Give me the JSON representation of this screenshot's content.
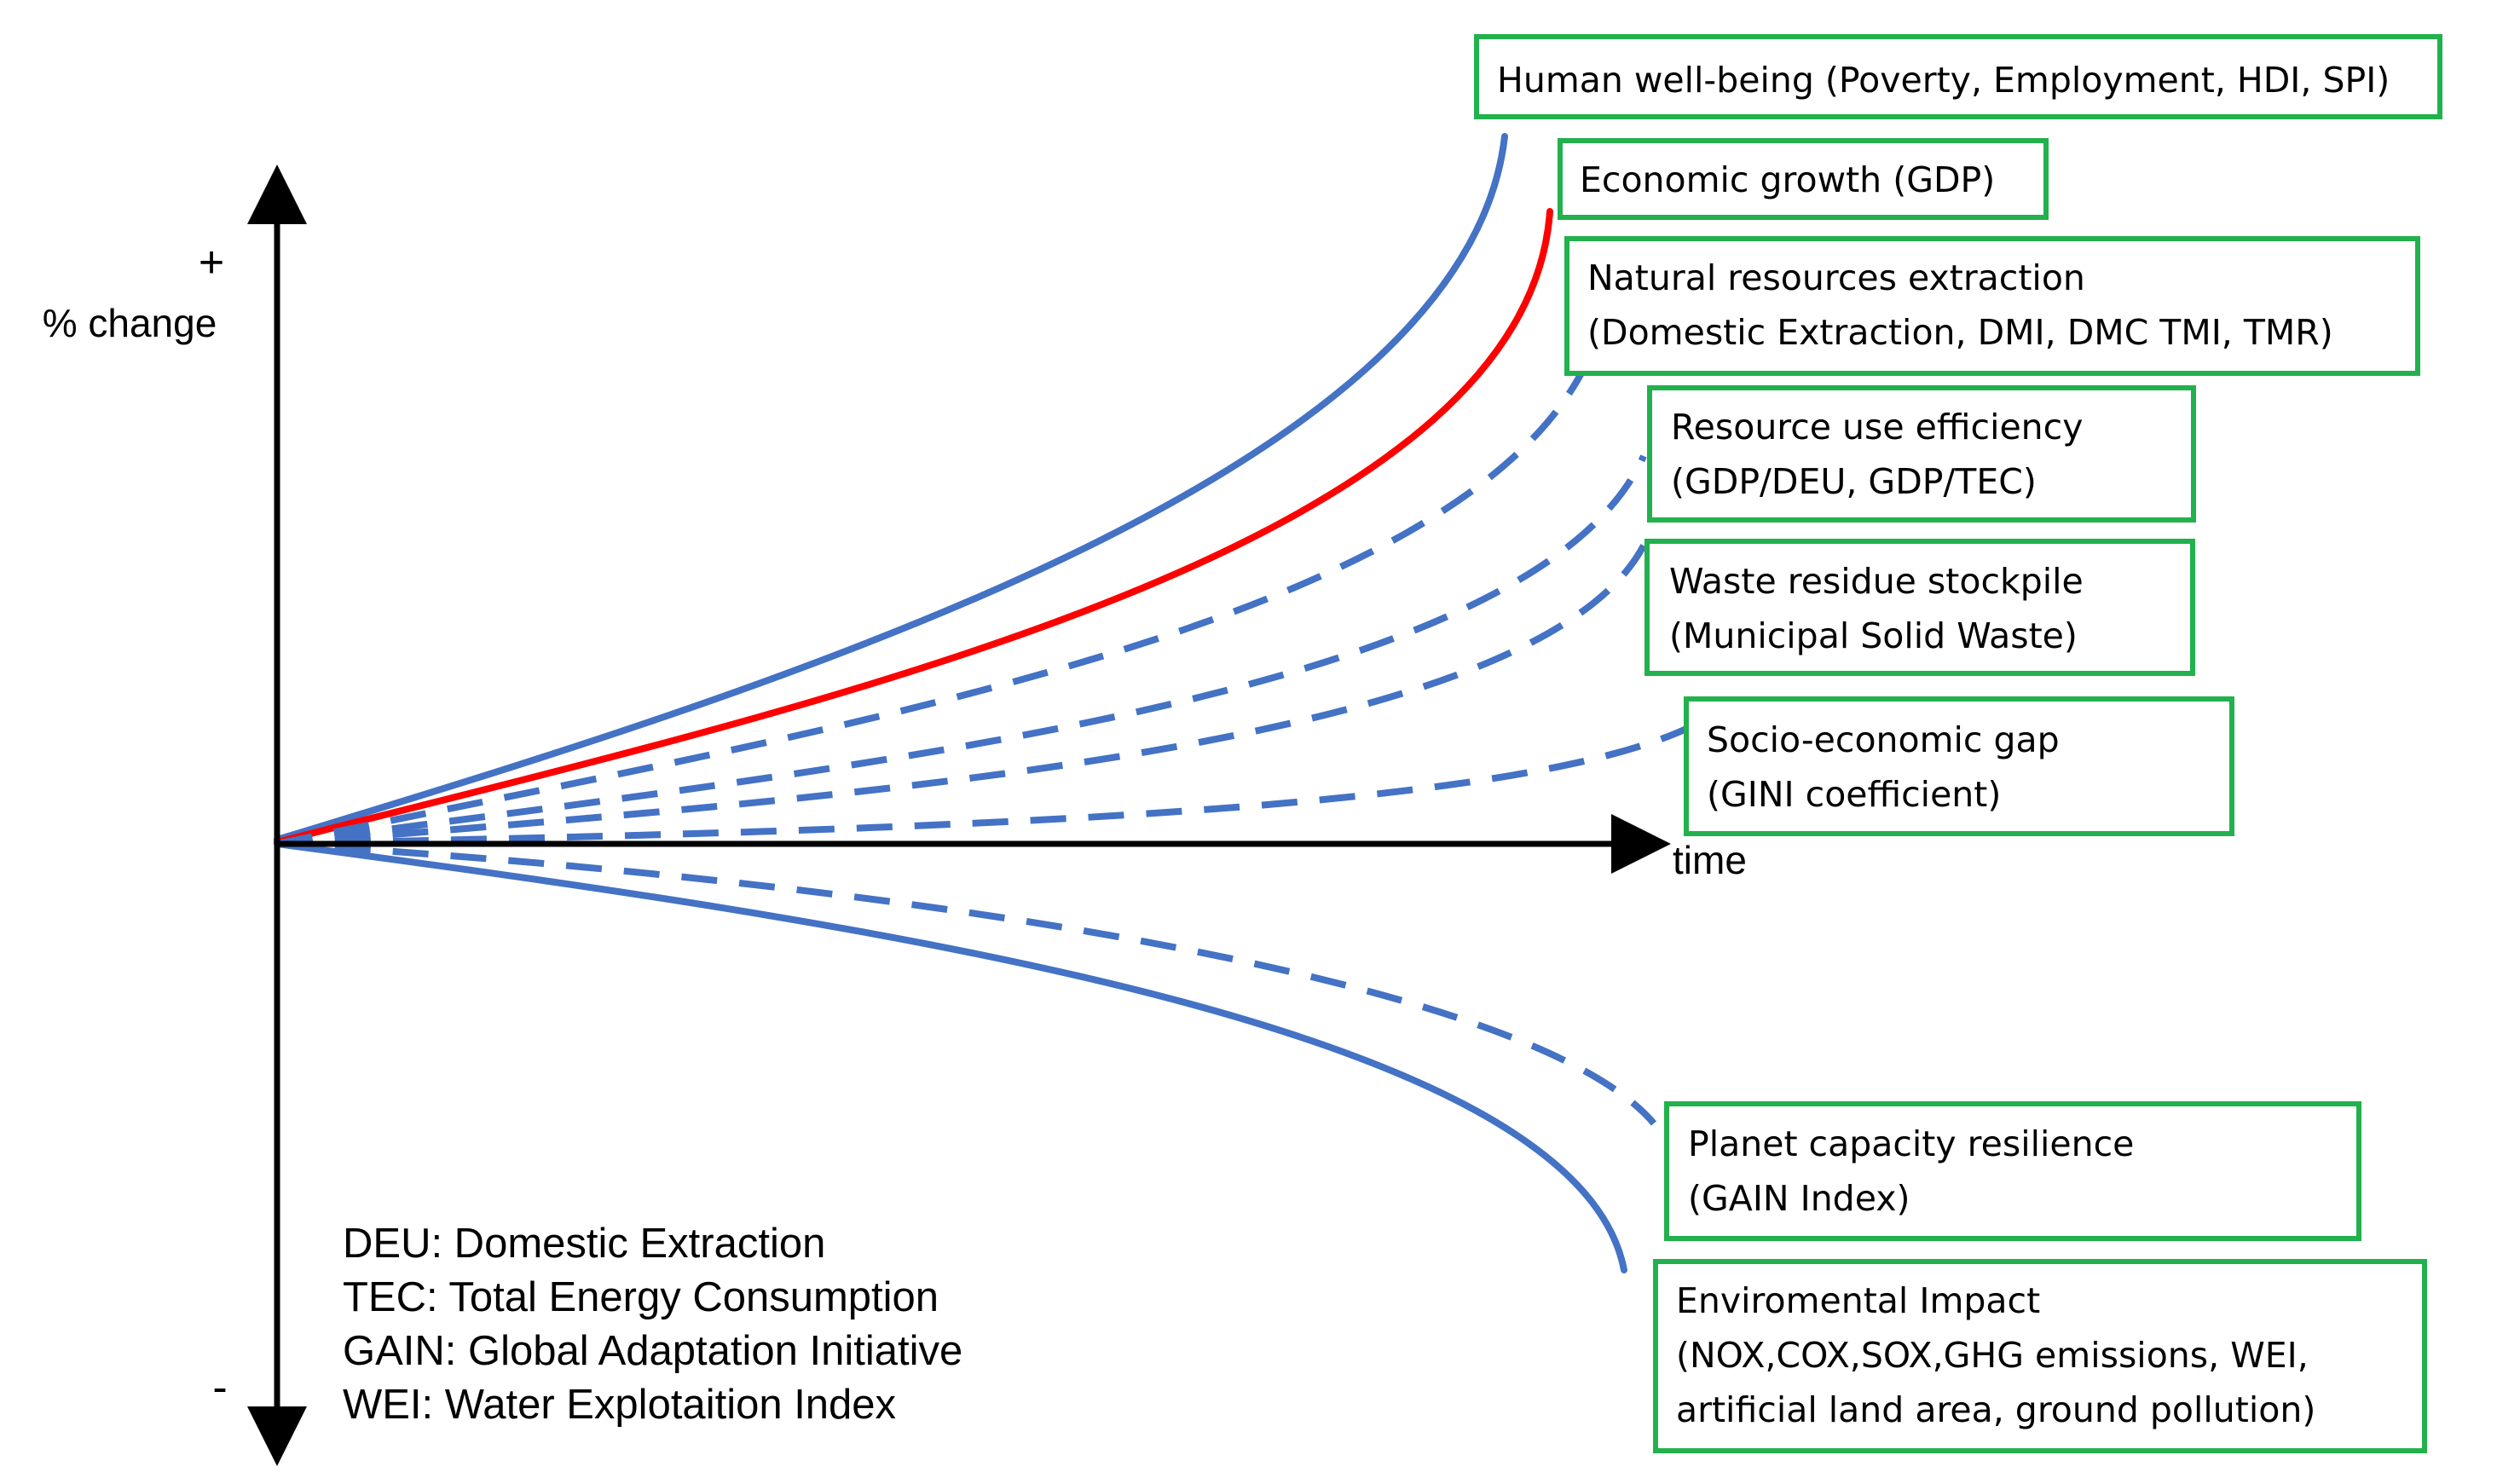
{
  "axes": {
    "y_label": "% change",
    "y_plus": "+",
    "y_minus": "-",
    "x_label": "time"
  },
  "colors": {
    "curve_blue": "#4472c4",
    "gdp_red": "#ff0000",
    "box_green": "#22b14c"
  },
  "labels": {
    "human_wellbeing": [
      "Human well-being (Poverty, Employment, HDI, SPI)"
    ],
    "economic_growth": [
      "Economic growth (GDP)"
    ],
    "natural_resources": [
      "Natural resources extraction",
      "(Domestic Extraction, DMI, DMC TMI, TMR)"
    ],
    "resource_efficiency": [
      "Resource use efficiency",
      "(GDP/DEU, GDP/TEC)"
    ],
    "waste_residue": [
      "Waste residue stockpile",
      "(Municipal Solid Waste)"
    ],
    "socio_economic": [
      "Socio-economic gap",
      "(GINI coefficient)"
    ],
    "planet_capacity": [
      "Planet capacity resilience",
      "(GAIN Index)"
    ],
    "environmental_impact": [
      "Enviromental Impact",
      "(NOX,COX,SOX,GHG emissions, WEI,",
      "artificial land area, ground pollution)"
    ]
  },
  "abbreviations": [
    "DEU: Domestic Extraction",
    "TEC: Total Energy Consumption",
    "GAIN: Global Adaptation Initiative",
    "WEI: Water Explotaition Index"
  ]
}
